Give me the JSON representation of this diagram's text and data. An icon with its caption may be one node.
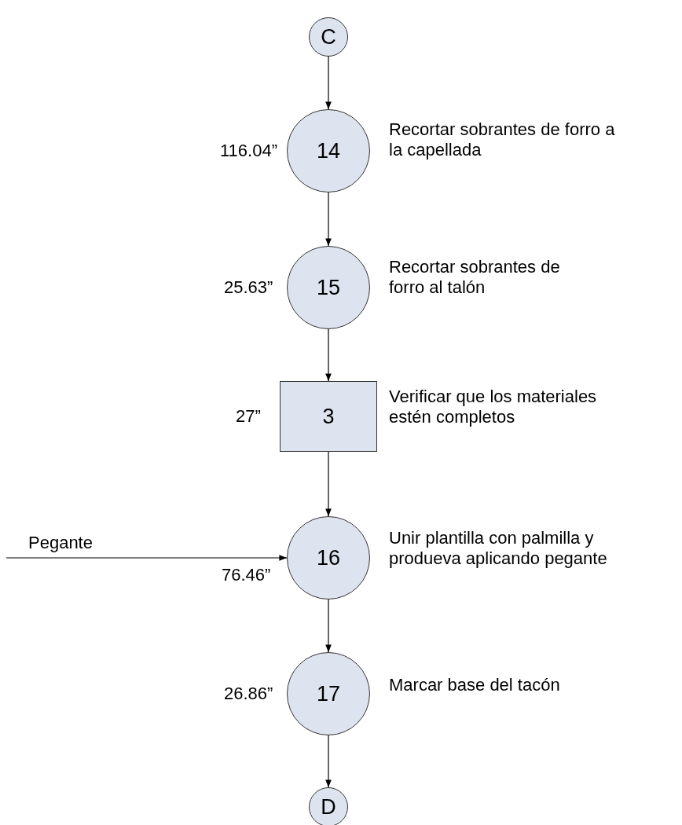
{
  "diagram": {
    "nodes": [
      {
        "text": [
          "C"
        ]
      },
      {
        "text": [
          "14"
        ],
        "beside": [
          "116.04”",
          "Recortar sobrantes de forro a la capellada"
        ]
      },
      {
        "text": [
          "15"
        ],
        "beside": [
          "25.63”",
          "Recortar sobrantes de forro al talón"
        ]
      },
      {
        "text": [
          "3"
        ],
        "beside": [
          "27”",
          "Verificar que los materiales estén completos"
        ]
      },
      {
        "text": [
          "16"
        ],
        "beside": [
          "76.46”",
          "Unir plantilla con palmilla y produeva aplicando pegante"
        ]
      },
      {
        "text": [
          "17"
        ],
        "beside": [
          "26.86”",
          "Marcar base del tacón"
        ]
      },
      {
        "text": [
          "D"
        ]
      }
    ],
    "edges": [
      {
        "from": 0,
        "to": 1,
        "arrow": "to"
      },
      {
        "from": 1,
        "to": 2,
        "arrow": "to"
      },
      {
        "from": 2,
        "to": 3,
        "arrow": "to"
      },
      {
        "from": 3,
        "to": 4,
        "arrow": "to"
      },
      {
        "from": null,
        "to": 4,
        "arrow": "to",
        "label": "Pegante"
      },
      {
        "from": 4,
        "to": 5,
        "arrow": "to"
      },
      {
        "from": 5,
        "to": 6,
        "arrow": "to"
      }
    ]
  }
}
